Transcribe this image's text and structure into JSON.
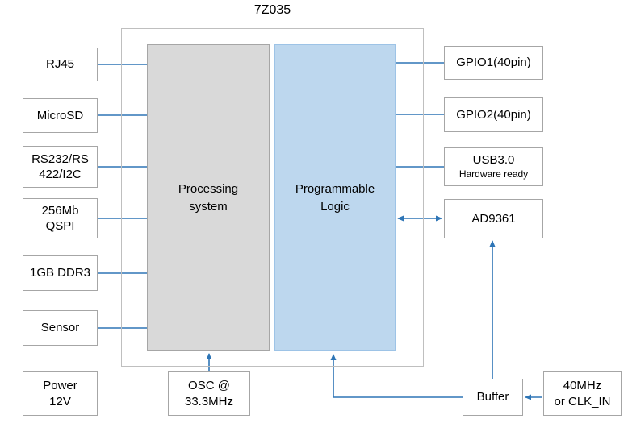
{
  "title": "7Z035",
  "colors": {
    "wire_blue": "#2e75b6",
    "box_border": "#a6a6a6",
    "chip_outline": "#bfbfbf",
    "processing_system_fill": "#d9d9d9",
    "programmable_logic_fill": "#bdd7ee",
    "text": "#000000"
  },
  "chip": {
    "processing_system": {
      "line1": "Processing",
      "line2": "system"
    },
    "programmable_logic": {
      "line1": "Programmable",
      "line2": "Logic"
    }
  },
  "peripherals_left": [
    {
      "line1": "RJ45"
    },
    {
      "line1": "MicroSD"
    },
    {
      "line1": "RS232/RS",
      "line2": "422/I2C"
    },
    {
      "line1": "256Mb",
      "line2": "QSPI"
    },
    {
      "line1": "1GB DDR3"
    },
    {
      "line1": "Sensor"
    }
  ],
  "peripherals_right": [
    {
      "line1": "GPIO1(40pin)"
    },
    {
      "line1": "GPIO2(40pin)"
    },
    {
      "line1": "USB3.0",
      "line2": "Hardware ready"
    },
    {
      "line1": "AD9361"
    }
  ],
  "bottom": {
    "power": {
      "line1": "Power",
      "line2": "12V"
    },
    "osc": {
      "line1": "OSC @",
      "line2": "33.3MHz"
    },
    "buffer": {
      "line1": "Buffer"
    },
    "clk": {
      "line1": "40MHz",
      "line2": "or CLK_IN"
    }
  }
}
